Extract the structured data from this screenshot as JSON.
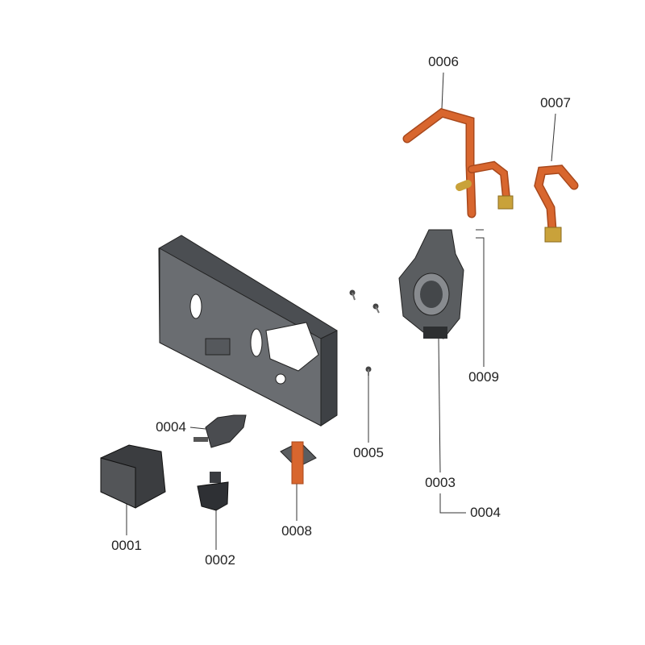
{
  "diagram": {
    "labels": {
      "pipe_a": "0006",
      "pipe_b": "0007",
      "clip": "0009",
      "valve_body": "0003",
      "seal_right": "0004",
      "screws": "0005",
      "connector_left": "0004",
      "pump": "0001",
      "sensor": "0002",
      "bypass": "0008"
    },
    "colors": {
      "copper": "#d8662e",
      "copper_dark": "#a8481c",
      "brass": "#c9a23a",
      "metal": "#5a5d60",
      "metal_dark": "#333538",
      "line": "#333333"
    }
  }
}
